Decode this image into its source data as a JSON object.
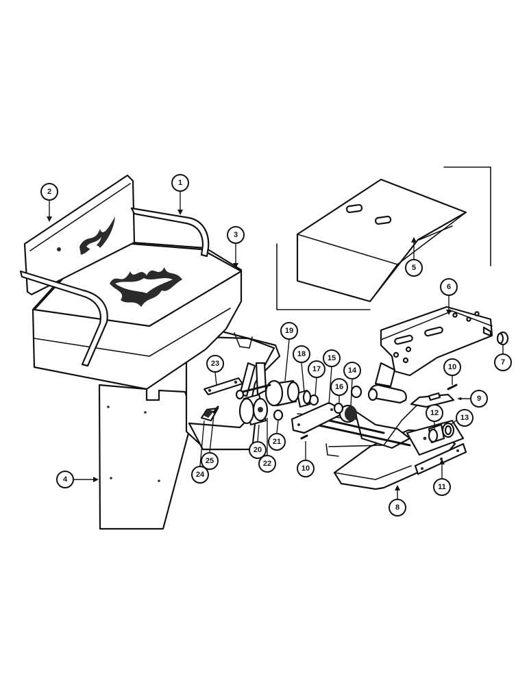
{
  "diagram": {
    "callouts": [
      {
        "id": "1",
        "label": "1"
      },
      {
        "id": "2",
        "label": "2"
      },
      {
        "id": "3",
        "label": "3"
      },
      {
        "id": "4",
        "label": "4"
      },
      {
        "id": "5",
        "label": "5"
      },
      {
        "id": "6",
        "label": "6"
      },
      {
        "id": "7",
        "label": "7"
      },
      {
        "id": "8",
        "label": "8"
      },
      {
        "id": "9",
        "label": "9"
      },
      {
        "id": "10a",
        "label": "10"
      },
      {
        "id": "10b",
        "label": "10"
      },
      {
        "id": "11",
        "label": "11"
      },
      {
        "id": "12",
        "label": "12"
      },
      {
        "id": "13",
        "label": "13"
      },
      {
        "id": "14",
        "label": "14"
      },
      {
        "id": "15",
        "label": "15"
      },
      {
        "id": "16",
        "label": "16"
      },
      {
        "id": "17",
        "label": "17"
      },
      {
        "id": "18",
        "label": "18"
      },
      {
        "id": "19",
        "label": "19"
      },
      {
        "id": "20",
        "label": "20"
      },
      {
        "id": "21",
        "label": "21"
      },
      {
        "id": "22",
        "label": "22"
      },
      {
        "id": "23",
        "label": "23"
      },
      {
        "id": "24",
        "label": "24"
      },
      {
        "id": "25",
        "label": "25"
      }
    ]
  }
}
